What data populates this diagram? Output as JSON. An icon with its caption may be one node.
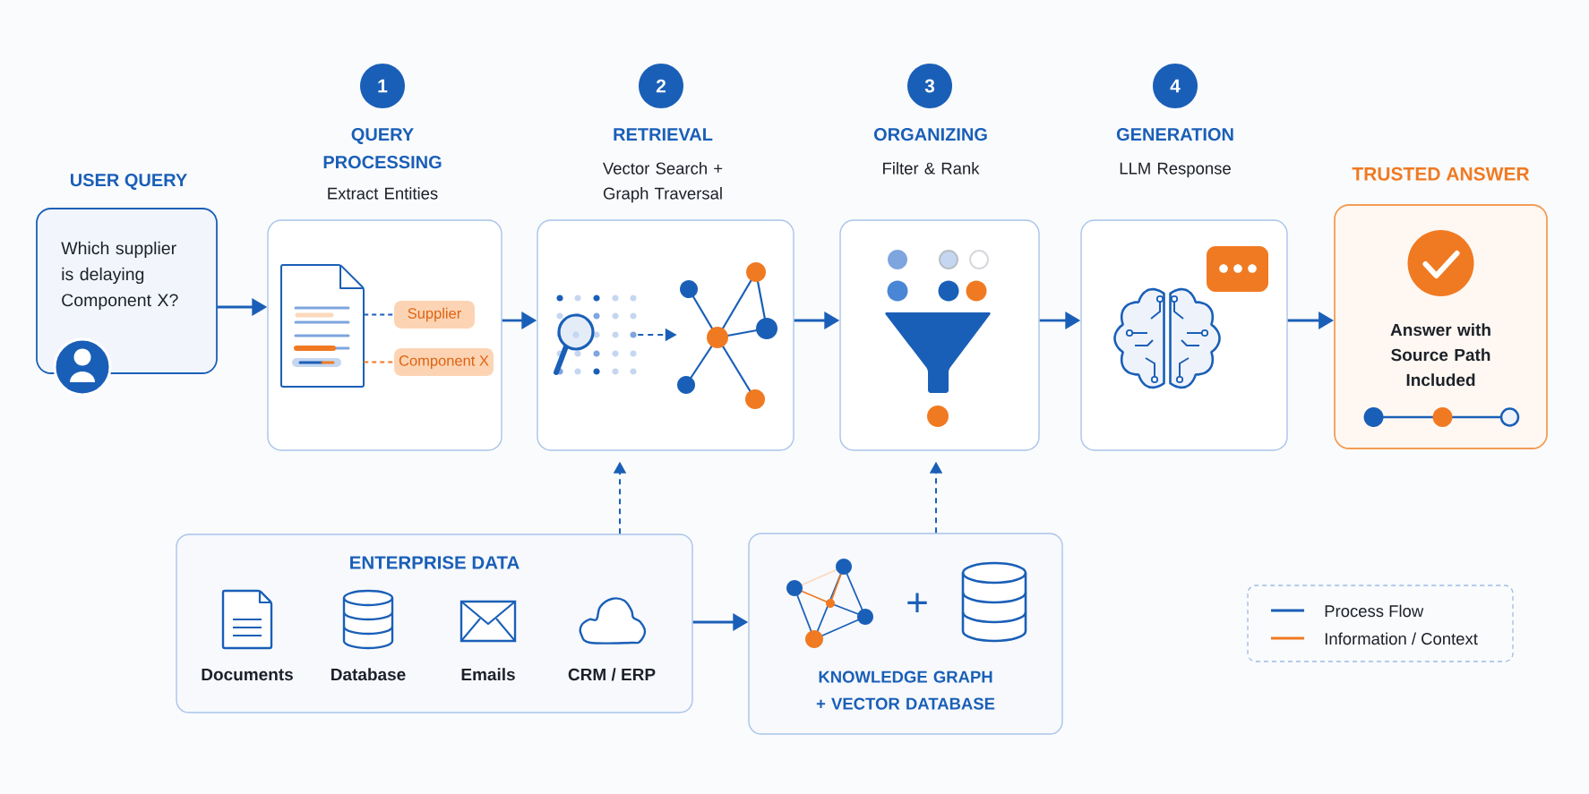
{
  "diagram": {
    "nodes": [
      {
        "text": [
          "USER QUERY",
          "Which supplier is delaying Component X?"
        ]
      },
      {
        "text": [
          "1"
        ]
      },
      {
        "text": [
          "QUERY PROCESSING",
          "Extract Entities"
        ]
      },
      {
        "text": [],
        "shape": "picture",
        "in": 2
      },
      {
        "text": [
          "Supplier"
        ],
        "in": 2
      },
      {
        "text": [
          "Component X"
        ],
        "in": 2
      },
      {
        "text": [
          "2"
        ]
      },
      {
        "text": [
          "RETRIEVAL",
          "Vector Search + Graph Traversal"
        ]
      },
      {
        "text": [],
        "shape": "picture",
        "in": 7
      },
      {
        "text": [],
        "shape": "picture",
        "in": 7
      },
      {
        "text": [
          "3"
        ]
      },
      {
        "text": [
          "ORGANIZING",
          "Filter & Rank"
        ]
      },
      {
        "text": [
          "4"
        ]
      },
      {
        "text": [
          "GENERATION",
          "LLM Response"
        ]
      },
      {
        "text": [
          "TRUSTED ANSWER",
          "Answer with Source Path Included"
        ]
      },
      {
        "text": [
          "ENTERPRISE DATA"
        ]
      },
      {
        "text": [
          "Documents"
        ],
        "in": 15
      },
      {
        "text": [
          "Database"
        ],
        "in": 15
      },
      {
        "text": [
          "Emails"
        ],
        "in": 15
      },
      {
        "text": [
          "CRM / ERP"
        ],
        "in": 15
      },
      {
        "text": [
          "+",
          "KNOWLEDGE GRAPH + VECTOR DATABASE"
        ]
      }
    ],
    "edges": [
      {
        "from": 0,
        "to": 2,
        "arrow": "to"
      },
      {
        "from": 2,
        "to": 7,
        "arrow": "to"
      },
      {
        "from": 7,
        "to": 11,
        "arrow": "to"
      },
      {
        "from": 11,
        "to": 13,
        "arrow": "to"
      },
      {
        "from": 13,
        "to": 14,
        "arrow": "to"
      },
      {
        "from": 3,
        "to": 4,
        "arrow": "none",
        "style": "dashed"
      },
      {
        "from": 3,
        "to": 5,
        "arrow": "none",
        "style": "dashed",
        "color": "#f07a22"
      },
      {
        "from": 8,
        "to": 9,
        "arrow": "to",
        "style": "dashed"
      },
      {
        "from": 15,
        "to": 7,
        "arrow": "to",
        "style": "dashed"
      },
      {
        "from": 15,
        "to": 20,
        "arrow": "to"
      },
      {
        "from": 20,
        "to": 11,
        "arrow": "to",
        "style": "dashed"
      }
    ],
    "legend": [
      {
        "text": "Process Flow"
      },
      {
        "text": "Information / Context"
      }
    ]
  }
}
